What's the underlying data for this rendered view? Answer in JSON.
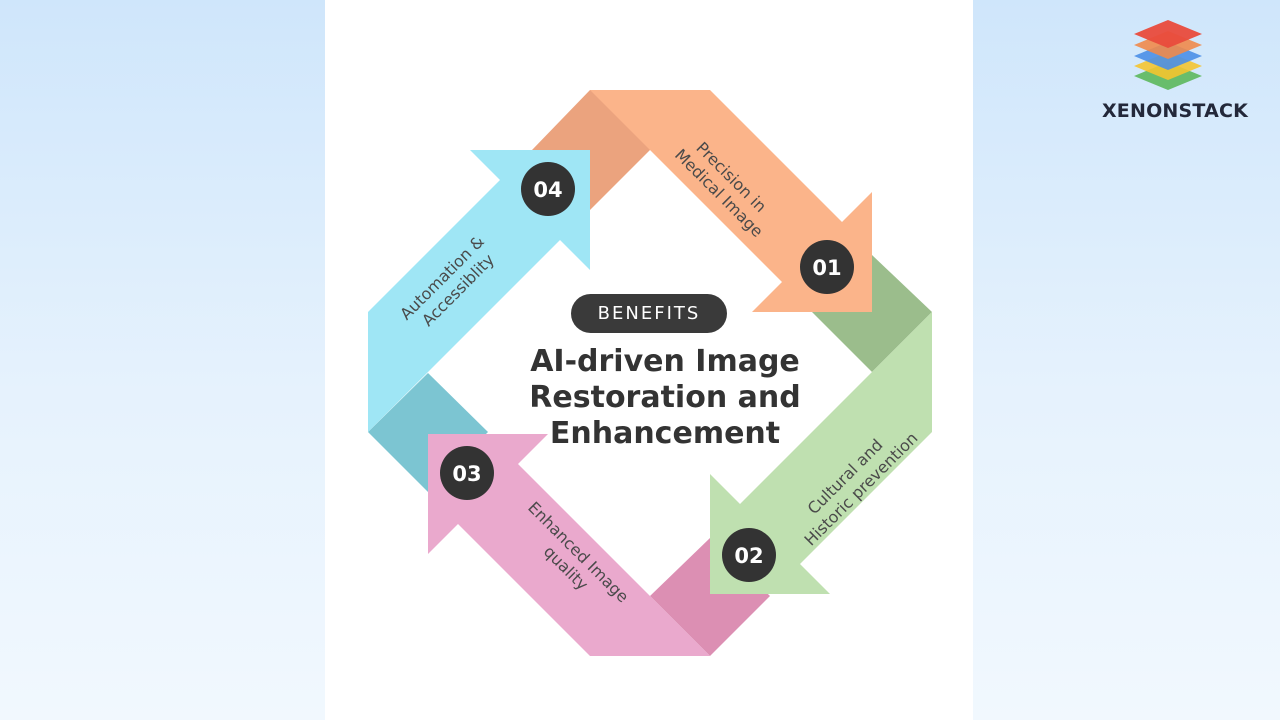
{
  "brand": {
    "name": "XENONSTACK",
    "logo_colors": [
      "#e94b3c",
      "#f08a4b",
      "#4a8fe7",
      "#f4c430",
      "#5cb85c"
    ]
  },
  "center": {
    "badge": "BENEFITS",
    "title_lines": [
      "AI-driven Image",
      "Restoration and",
      "Enhancement"
    ]
  },
  "steps": [
    {
      "number": "01",
      "label_lines": [
        "Precision in",
        "Medical Image"
      ],
      "color": "#fbb48a"
    },
    {
      "number": "02",
      "label_lines": [
        "Cultural and",
        "Historic prevention"
      ],
      "color": "#bfe0b0"
    },
    {
      "number": "03",
      "label_lines": [
        "Enhanced Image",
        "quality"
      ],
      "color": "#eaa9cd"
    },
    {
      "number": "04",
      "label_lines": [
        "Automation &",
        "Accessiblity"
      ],
      "color": "#9fe6f5"
    }
  ]
}
